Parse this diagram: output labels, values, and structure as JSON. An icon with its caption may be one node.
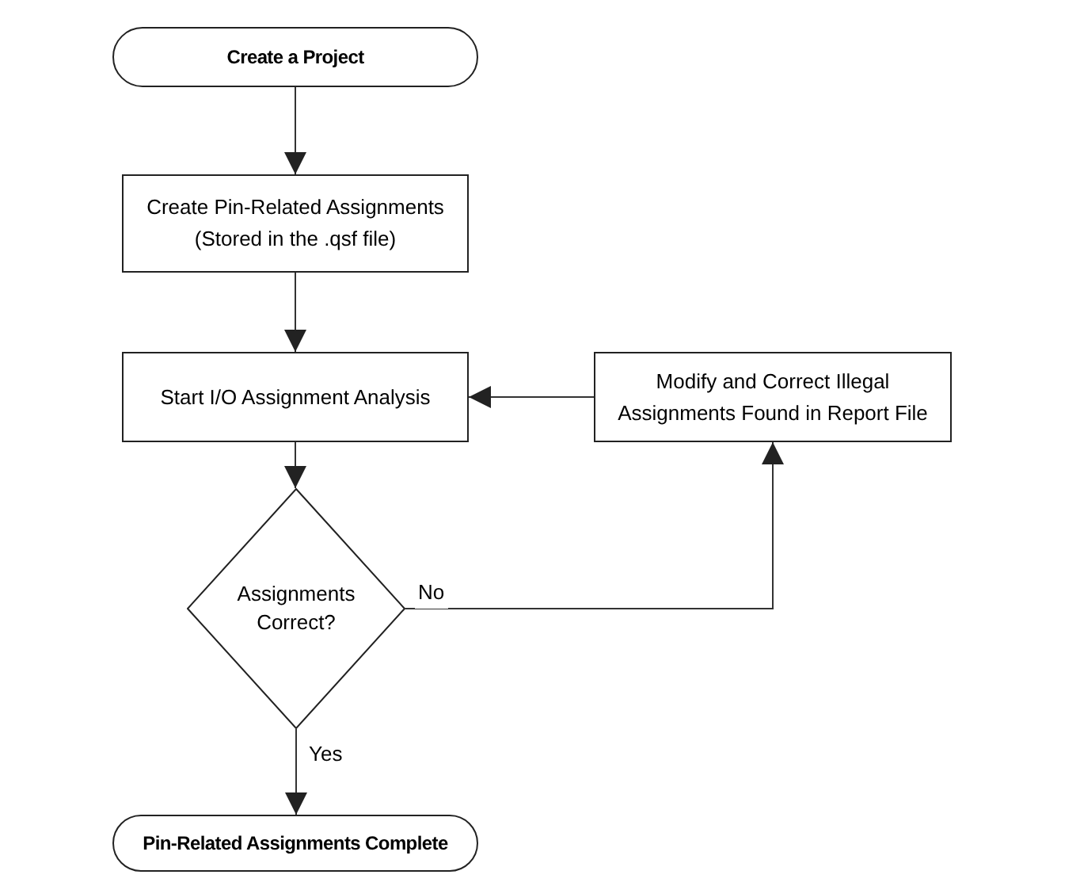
{
  "diagram": {
    "nodes": [
      {
        "text": [
          "Create a Project"
        ]
      },
      {
        "text": [
          "Create Pin-Related Assignments (Stored in the .qsf file)"
        ]
      },
      {
        "text": [
          "Start I/O Assignment Analysis"
        ]
      },
      {
        "text": [
          "Modify and Correct Illegal Assignments Found in Report File"
        ]
      },
      {
        "text": [
          "Assignments Correct?"
        ]
      },
      {
        "text": [
          "Pin-Related Assignments Complete"
        ]
      }
    ],
    "edges": [
      {
        "from": 0,
        "to": 1,
        "arrow": "to"
      },
      {
        "from": 1,
        "to": 2,
        "arrow": "to"
      },
      {
        "from": 2,
        "to": 4,
        "arrow": "to"
      },
      {
        "from": 4,
        "to": 3,
        "arrow": "to",
        "label": "No"
      },
      {
        "from": 3,
        "to": 2,
        "arrow": "to"
      },
      {
        "from": 4,
        "to": 5,
        "arrow": "to",
        "label": "Yes"
      }
    ]
  }
}
